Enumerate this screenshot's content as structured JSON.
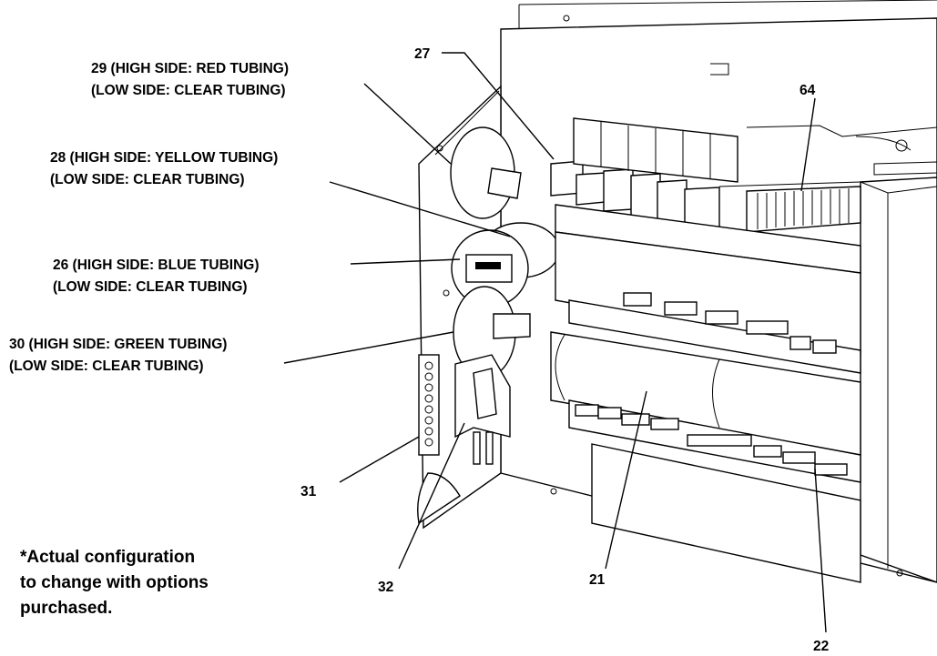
{
  "callouts": {
    "c29_high": "29 (HIGH SIDE: RED TUBING)",
    "c29_low": "(LOW SIDE: CLEAR TUBING)",
    "c28_high": "28 (HIGH SIDE: YELLOW TUBING)",
    "c28_low": "(LOW SIDE: CLEAR TUBING)",
    "c26_high": "26 (HIGH SIDE: BLUE TUBING)",
    "c26_low": "(LOW SIDE: CLEAR TUBING)",
    "c30_high": "30 (HIGH SIDE: GREEN TUBING)",
    "c30_low": "(LOW SIDE: CLEAR TUBING)"
  },
  "part_numbers": {
    "p27": "27",
    "p64": "64",
    "p31": "31",
    "p32": "32",
    "p21": "21",
    "p22": "22"
  },
  "note": {
    "line1": "*Actual configuration",
    "line2": "to change with options",
    "line3": "purchased."
  }
}
